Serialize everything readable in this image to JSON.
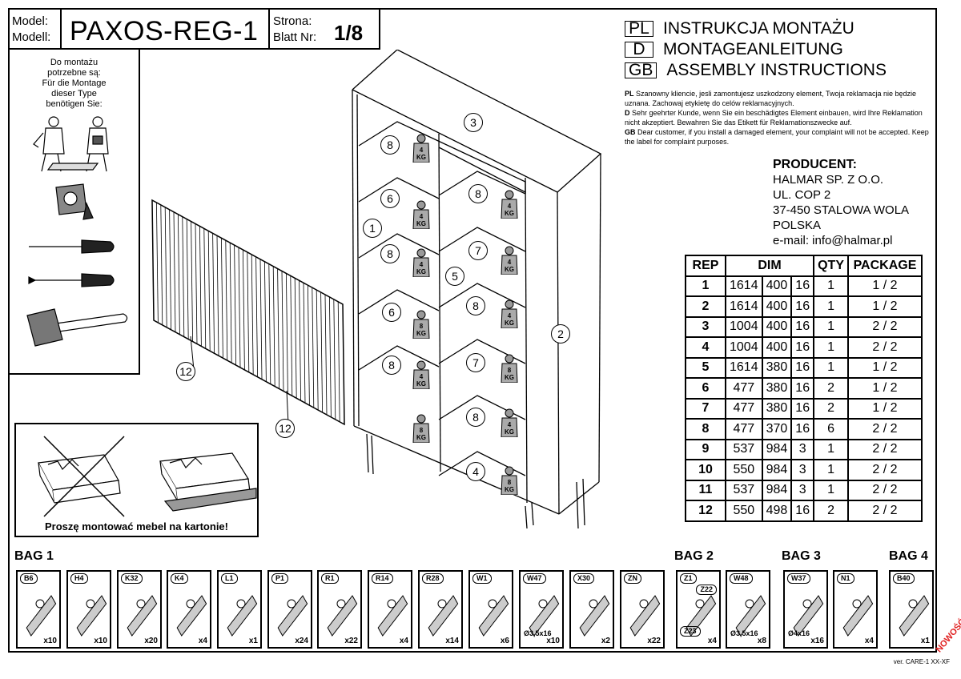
{
  "header": {
    "model_label_1": "Model:",
    "model_label_2": "Modell:",
    "model_name": "PAXOS-REG-1",
    "page_label_1": "Strona:",
    "page_label_2": "Blatt Nr:",
    "page_number": "1/8"
  },
  "titles": [
    {
      "lang": "PL",
      "text": "INSTRUKCJA MONTAŻU"
    },
    {
      "lang": "D",
      "text": "MONTAGEANLEITUNG"
    },
    {
      "lang": "GB",
      "text": "ASSEMBLY INSTRUCTIONS"
    }
  ],
  "notice": {
    "pl_code": "PL",
    "pl_text": "Szanowny kliencie, jesli zamontujesz uszkodzony element, Twoja reklamacja nie będzie uznana. Zachowaj etykietę do celów reklamacyjnych.",
    "d_code": "D",
    "d_text": "Sehr geehrter Kunde, wenn Sie ein beschädigtes Element einbauen, wird Ihre Reklamation nicht akzeptiert. Bewahren Sie das Etikett für Reklamationszwecke auf.",
    "gb_code": "GB",
    "gb_text": "Dear customer, if you install a damaged element, your complaint will not be accepted. Keep the label for complaint purposes."
  },
  "producer": {
    "title": "PRODUCENT:",
    "line1": "HALMAR SP. Z O.O.",
    "line2": "UL. COP 2",
    "line3": "37-450 STALOWA WOLA",
    "line4": "POLSKA",
    "line5": "e-mail: info@halmar.pl"
  },
  "tools": {
    "l1": "Do montażu",
    "l2": "potrzebne są:",
    "l3": "Für die Montage",
    "l4": "dieser Type",
    "l5": "benötigen Sie:"
  },
  "carton_caption": "Proszę montować mebel na kartonie!",
  "table": {
    "headers": [
      "REP",
      "DIM",
      "QTY",
      "PACKAGE"
    ],
    "rows": [
      [
        "1",
        "1614",
        "400",
        "16",
        "1",
        "1 / 2"
      ],
      [
        "2",
        "1614",
        "400",
        "16",
        "1",
        "1 / 2"
      ],
      [
        "3",
        "1004",
        "400",
        "16",
        "1",
        "2 / 2"
      ],
      [
        "4",
        "1004",
        "400",
        "16",
        "1",
        "2 / 2"
      ],
      [
        "5",
        "1614",
        "380",
        "16",
        "1",
        "1 / 2"
      ],
      [
        "6",
        "477",
        "380",
        "16",
        "2",
        "1 / 2"
      ],
      [
        "7",
        "477",
        "380",
        "16",
        "2",
        "1 / 2"
      ],
      [
        "8",
        "477",
        "370",
        "16",
        "6",
        "2 / 2"
      ],
      [
        "9",
        "537",
        "984",
        "3",
        "1",
        "2 / 2"
      ],
      [
        "10",
        "550",
        "984",
        "3",
        "1",
        "2 / 2"
      ],
      [
        "11",
        "537",
        "984",
        "3",
        "1",
        "2 / 2"
      ],
      [
        "12",
        "550",
        "498",
        "16",
        "2",
        "2 / 2"
      ]
    ]
  },
  "bags": {
    "bag1": "BAG 1",
    "bag2": "BAG 2",
    "bag3": "BAG 3",
    "bag4": "BAG 4"
  },
  "hardware": [
    {
      "code": "B6",
      "qty": "x10",
      "size": ""
    },
    {
      "code": "H4",
      "qty": "x10",
      "size": ""
    },
    {
      "code": "K32",
      "qty": "x20",
      "size": ""
    },
    {
      "code": "K4",
      "qty": "x4",
      "size": ""
    },
    {
      "code": "L1",
      "qty": "x1",
      "size": ""
    },
    {
      "code": "P1",
      "qty": "x24",
      "size": ""
    },
    {
      "code": "R1",
      "qty": "x22",
      "size": ""
    },
    {
      "code": "R14",
      "qty": "x4",
      "size": ""
    },
    {
      "code": "R28",
      "qty": "x14",
      "size": ""
    },
    {
      "code": "W1",
      "qty": "x6",
      "size": ""
    },
    {
      "code": "W47",
      "qty": "x10",
      "size": "Ø3,5x16"
    },
    {
      "code": "X30",
      "qty": "x2",
      "size": ""
    },
    {
      "code": "ZN",
      "qty": "x22",
      "size": ""
    },
    {
      "code": "Z1",
      "qty": "x4",
      "size": "",
      "sub1": "Z22",
      "sub2": "Z23"
    },
    {
      "code": "W48",
      "qty": "x8",
      "size": "Ø3,5x16"
    },
    {
      "code": "W37",
      "qty": "x16",
      "size": "Ø4x16"
    },
    {
      "code": "N1",
      "qty": "x4",
      "size": ""
    },
    {
      "code": "B40",
      "qty": "x1",
      "size": ""
    }
  ],
  "diagram": {
    "labels": [
      "3",
      "8",
      "6",
      "8",
      "1",
      "8",
      "7",
      "5",
      "6",
      "8",
      "2",
      "8",
      "7",
      "8",
      "4",
      "12",
      "12"
    ],
    "weight_4": "4",
    "weight_8": "8",
    "weight_unit": "KG"
  },
  "footer": "ver. CARE-1 XX-XF",
  "badge": "NOWOŚĆ"
}
